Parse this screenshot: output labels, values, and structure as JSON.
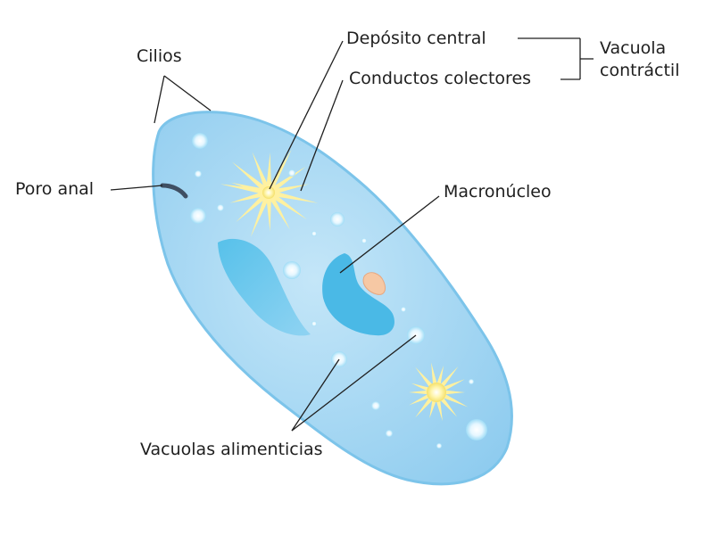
{
  "labels": {
    "cilios": "Cilios",
    "poro_anal": "Poro anal",
    "deposito_central": "Depósito central",
    "conductos_colectores": "Conductos colectores",
    "vacuola_contractil_line1": "Vacuola",
    "vacuola_contractil_line2": "contráctil",
    "macronucleo": "Macronúcleo",
    "vacuolas_alimenticias": "Vacuolas alimenticias"
  },
  "colors": {
    "body_fill": "#a9d8f3",
    "body_outline": "#7cc4ea",
    "cilia": "#b6dcef",
    "nucleus": "#4ab9e6",
    "star": "#fff3a6",
    "micronucleus": "#f6c8a4",
    "anal_pore": "#3f4f63",
    "leader_line": "#1f1f1f"
  }
}
